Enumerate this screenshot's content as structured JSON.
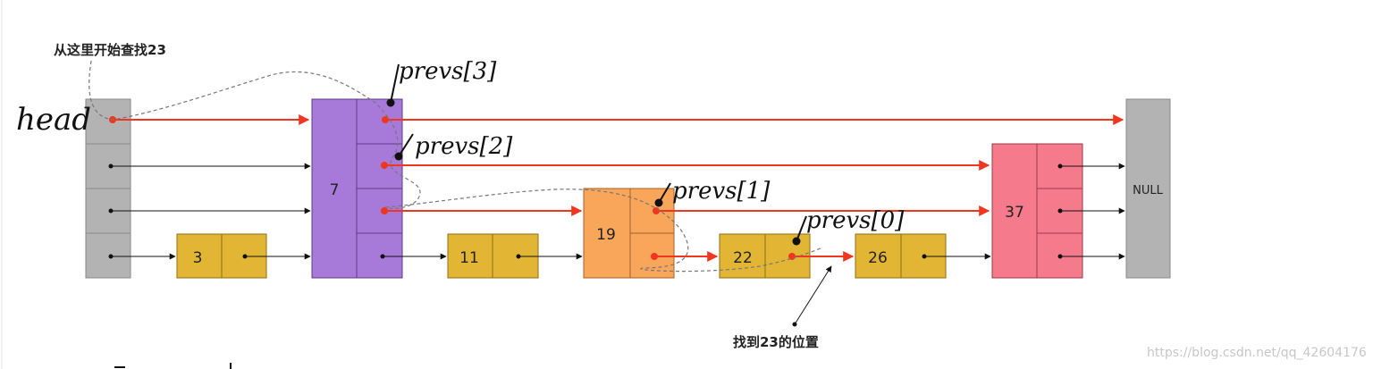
{
  "annotations": {
    "start_note": "从这里开始查找23",
    "head": "head",
    "prevs_3": "prevs[3]",
    "prevs_2": "prevs[2]",
    "prevs_1": "prevs[1]",
    "prevs_0": "prevs[0]",
    "found_note": "找到23的位置",
    "watermark": "https://blog.csdn.net/qq_42604176"
  },
  "skip_list": {
    "head_label": "head",
    "null_label": "NULL",
    "nodes": [
      {
        "value": "3",
        "levels": 1,
        "color": "#e2b634"
      },
      {
        "value": "7",
        "levels": 4,
        "color": "#a779d9"
      },
      {
        "value": "11",
        "levels": 1,
        "color": "#e2b634"
      },
      {
        "value": "19",
        "levels": 2,
        "color": "#f9a55a"
      },
      {
        "value": "22",
        "levels": 1,
        "color": "#e2b634"
      },
      {
        "value": "26",
        "levels": 1,
        "color": "#e2b634"
      },
      {
        "value": "37",
        "levels": 3,
        "color": "#f47a8c"
      }
    ]
  },
  "colors": {
    "head": "#b3b3b3",
    "null": "#b3b3b3",
    "search_path": "#f0361f",
    "pointer": "#111111"
  }
}
